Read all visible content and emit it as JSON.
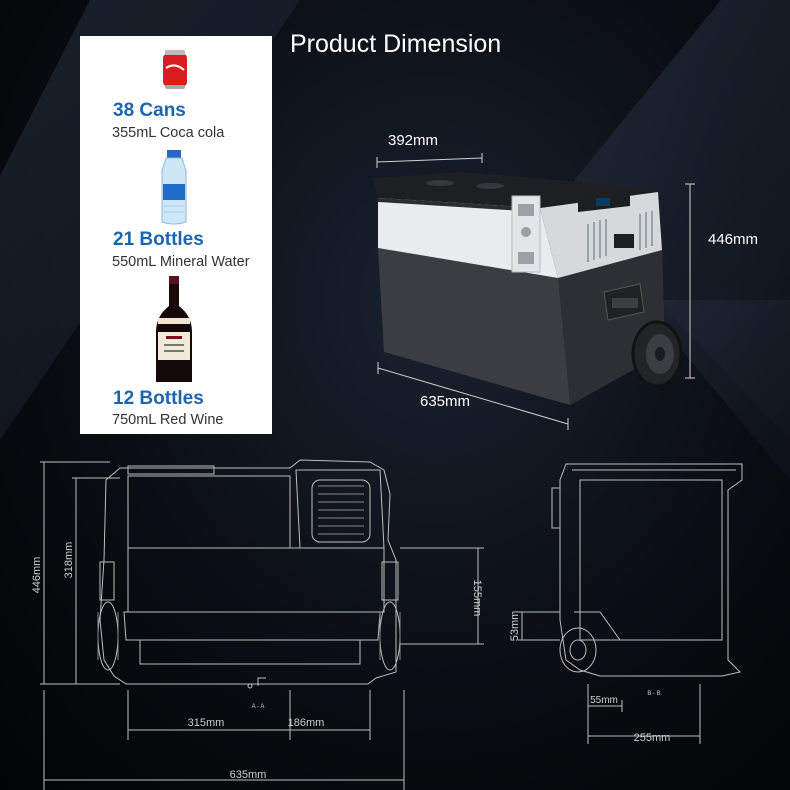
{
  "title": "Product Dimension",
  "capacity": [
    {
      "count": "38  Cans",
      "desc": "355mL Coca cola",
      "icon": "soda-can-icon"
    },
    {
      "count": "21  Bottles",
      "desc": "550mL Mineral Water",
      "icon": "water-bottle-icon"
    },
    {
      "count": "12  Bottles",
      "desc": "750mL Red Wine",
      "icon": "wine-bottle-icon"
    }
  ],
  "product_dims": {
    "width": "392mm",
    "height": "446mm",
    "length": "635mm"
  },
  "drawing_labels": {
    "front_height": "446mm",
    "inner_height": "318mm",
    "right_height": "155mm",
    "left_length": "315mm",
    "mid_length": "186mm",
    "overall_length": "635mm",
    "side_height": "53mm",
    "side_small": "55mm",
    "side_width": "255mm",
    "section_a": "A - A",
    "section_b": "B - B"
  },
  "colors": {
    "accent": "#1c66b0",
    "background": "#05070b",
    "line": "#bdbdbd"
  }
}
